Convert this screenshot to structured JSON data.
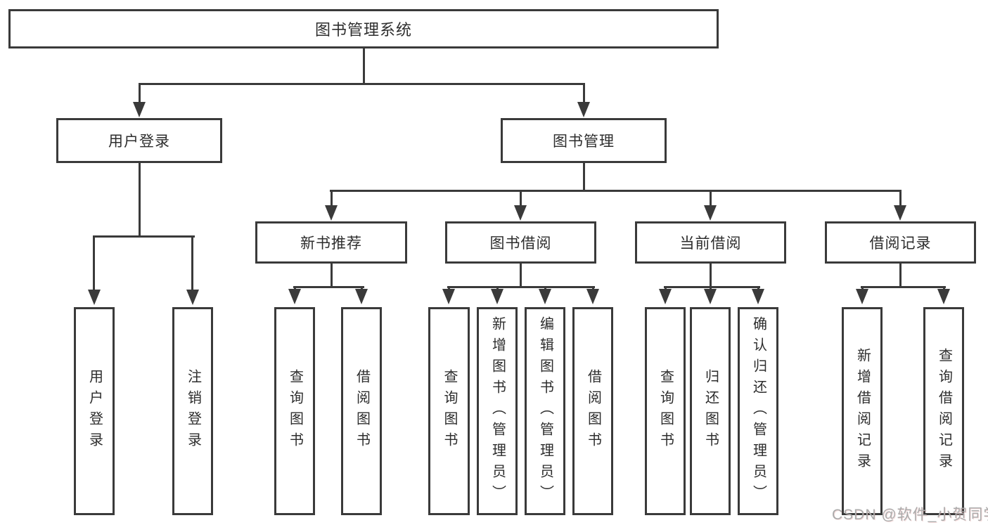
{
  "tree": {
    "label": "图书管理系统",
    "children": [
      {
        "label": "用户登录",
        "children": [
          {
            "label": "用户登录"
          },
          {
            "label": "注销登录"
          }
        ]
      },
      {
        "label": "图书管理",
        "children": [
          {
            "label": "新书推荐",
            "children": [
              {
                "label": "查询图书"
              },
              {
                "label": "借阅图书"
              }
            ]
          },
          {
            "label": "图书借阅",
            "children": [
              {
                "label": "查询图书"
              },
              {
                "label": "新增图书（管理员）"
              },
              {
                "label": "编辑图书（管理员）"
              },
              {
                "label": "借阅图书"
              }
            ]
          },
          {
            "label": "当前借阅",
            "children": [
              {
                "label": "查询图书"
              },
              {
                "label": "归还图书"
              },
              {
                "label": "确认归还（管理员）"
              }
            ]
          },
          {
            "label": "借阅记录",
            "children": [
              {
                "label": "新增借阅记录"
              },
              {
                "label": "查询借阅记录"
              }
            ]
          }
        ]
      }
    ]
  },
  "watermark": {
    "text": "CSDN @软件_小贺同学"
  },
  "colors": {
    "line": "#3a3a3a",
    "box_border": "#3a3a3a",
    "text": "#2d2d2d",
    "background": "#ffffff",
    "watermark": "#ababab"
  }
}
